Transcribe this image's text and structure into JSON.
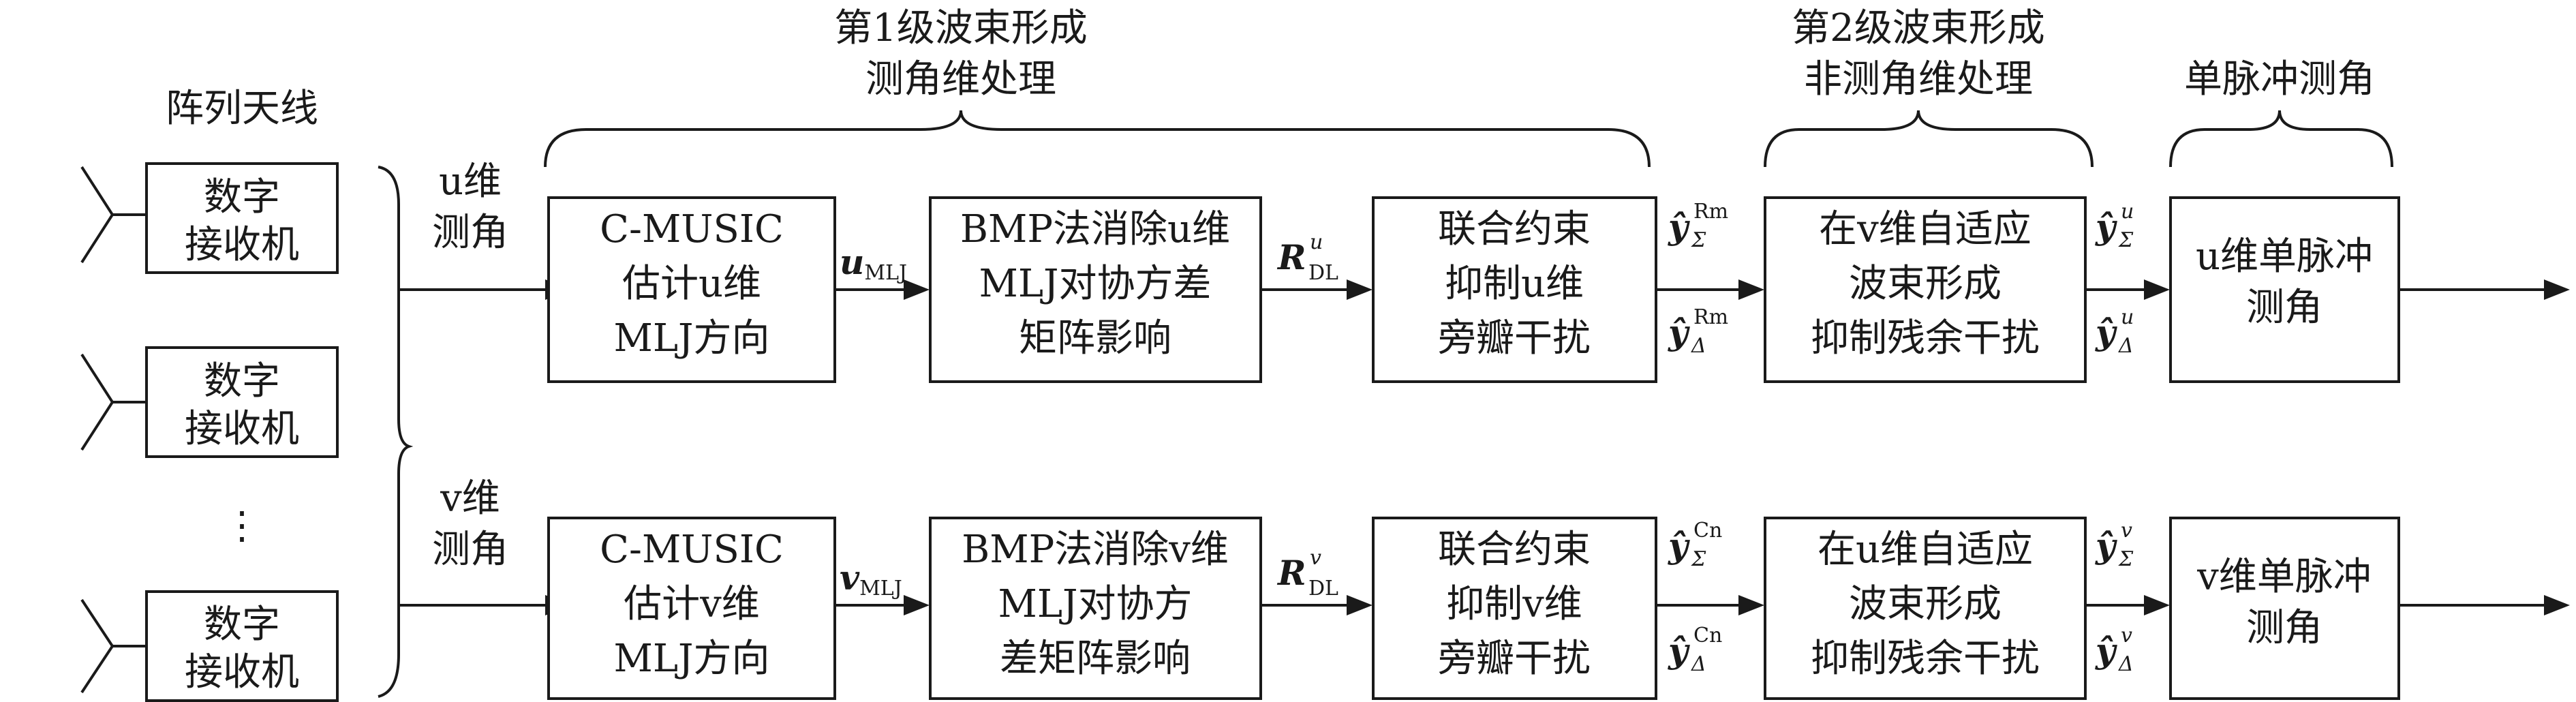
{
  "titles": {
    "array": "阵列天线",
    "stage1_l1": "第1级波束形成",
    "stage1_l2": "测角维处理",
    "stage2_l1": "第2级波束形成",
    "stage2_l2": "非测角维处理",
    "mono": "单脉冲测角"
  },
  "receivers": {
    "r1": [
      "数字",
      "接收机"
    ],
    "r2": [
      "数字",
      "接收机"
    ],
    "r3": [
      "数字",
      "接收机"
    ],
    "ellipsis": "⋮"
  },
  "branch": {
    "u": [
      "u维",
      "测角"
    ],
    "v": [
      "v维",
      "测角"
    ]
  },
  "top_row": {
    "b1": [
      "C-MUSIC",
      "估计u维",
      "MLJ方向"
    ],
    "b2": [
      "BMP法消除u维",
      "MLJ对协方差",
      "矩阵影响"
    ],
    "b3": [
      "联合约束",
      "抑制u维",
      "旁瓣干扰"
    ],
    "b4": [
      "在v维自适应",
      "波束形成",
      "抑制残余干扰"
    ],
    "b5": [
      "u维单脉冲",
      "测角"
    ]
  },
  "bottom_row": {
    "b1": [
      "C-MUSIC",
      "估计v维",
      "MLJ方向"
    ],
    "b2": [
      "BMP法消除v维",
      "MLJ对协方",
      "差矩阵影响"
    ],
    "b3": [
      "联合约束",
      "抑制v维",
      "旁瓣干扰"
    ],
    "b4": [
      "在u维自适应",
      "波束形成",
      "抑制残余干扰"
    ],
    "b5": [
      "v维单脉冲",
      "测角"
    ]
  },
  "signals": {
    "u_mlj": {
      "base": "u",
      "sub": "MLJ"
    },
    "v_mlj": {
      "base": "v",
      "sub": "MLJ"
    },
    "r_dl_u": {
      "base": "R",
      "sup": "u",
      "sub": "DL"
    },
    "r_dl_v": {
      "base": "R",
      "sup": "v",
      "sub": "DL"
    },
    "y_sigma_rm": {
      "base": "ŷ",
      "sup": "Rm",
      "sub": "Σ"
    },
    "y_delta_rm": {
      "base": "ŷ",
      "sup": "Rm",
      "sub": "Δ"
    },
    "y_sigma_cn": {
      "base": "ŷ",
      "sup": "Cn",
      "sub": "Σ"
    },
    "y_delta_cn": {
      "base": "ŷ",
      "sup": "Cn",
      "sub": "Δ"
    },
    "y_sigma_u": {
      "base": "ŷ",
      "sup": "u",
      "sub": "Σ"
    },
    "y_delta_u": {
      "base": "ŷ",
      "sup": "u",
      "sub": "Δ"
    },
    "y_sigma_v": {
      "base": "ŷ",
      "sup": "v",
      "sub": "Σ"
    },
    "y_delta_v": {
      "base": "ŷ",
      "sup": "v",
      "sub": "Δ"
    }
  }
}
